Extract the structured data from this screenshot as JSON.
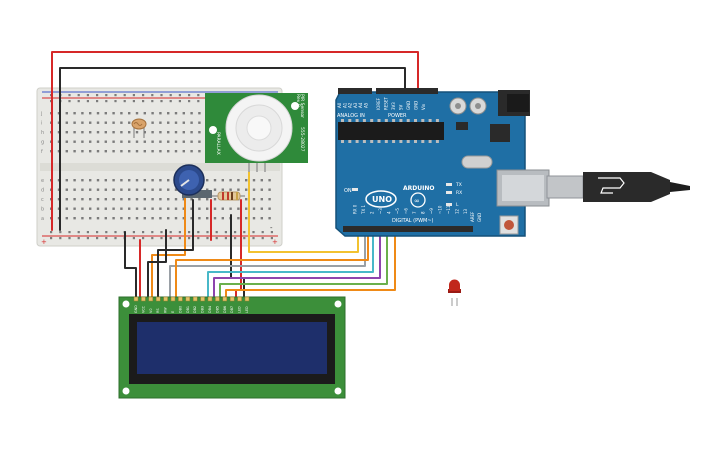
{
  "canvas_background": "#ffffff",
  "breadboard": {
    "row_letters_top": [
      "j",
      "i",
      "h",
      "g",
      "f"
    ],
    "row_letters_bottom": [
      "e",
      "d",
      "c",
      "b",
      "a"
    ],
    "rail_plus": "+",
    "rail_minus": "-"
  },
  "pir_sensor": {
    "part_code": "555-28027",
    "label_left": "PARALLAX",
    "label_right_1": "PIR Sensor",
    "label_right_2": "Rev B"
  },
  "arduino": {
    "logo_text": "UNO",
    "brand_text": "ARDUINO",
    "power_label": "POWER",
    "analog_label": "ANALOG IN",
    "digital_label": "DIGITAL (PWM~)",
    "power_pins": [
      "IOREF",
      "RESET",
      "3V3",
      "5V",
      "GND",
      "GND",
      "Vin"
    ],
    "analog_pins": [
      "A0",
      "A1",
      "A2",
      "A3",
      "A4",
      "A5"
    ],
    "digital_pins": [
      "13",
      "12",
      "~11",
      "~10",
      "~9",
      "8",
      "7",
      "~6",
      "~5",
      "4",
      "~3",
      "2",
      "TX 1",
      "RX 0"
    ],
    "on_label": "ON",
    "tx_label": "TX",
    "rx_label": "RX",
    "l_label": "L",
    "aref_label": "AREF",
    "gnd_label": "GND"
  },
  "lcd": {
    "pin_labels": [
      "GND",
      "VCC",
      "V0",
      "RS",
      "RW",
      "E",
      "DB0",
      "DB1",
      "DB2",
      "DB3",
      "DB4",
      "DB5",
      "DB6",
      "DB7",
      "LED",
      "LED"
    ]
  },
  "colors": {
    "wire_red": "#d62828",
    "wire_black": "#2a2a2a",
    "wire_orange": "#ef8a17",
    "wire_yellow": "#f2c230",
    "wire_green": "#6ab04c",
    "wire_purple": "#8e44ad",
    "wire_gray": "#9aa0a6",
    "wire_teal": "#48b8c8",
    "arduino_blue": "#1f6fa5",
    "pir_green": "#2f8a3a",
    "lcd_green": "#3c8f3a",
    "lcd_screen": "#1e2f6b"
  }
}
